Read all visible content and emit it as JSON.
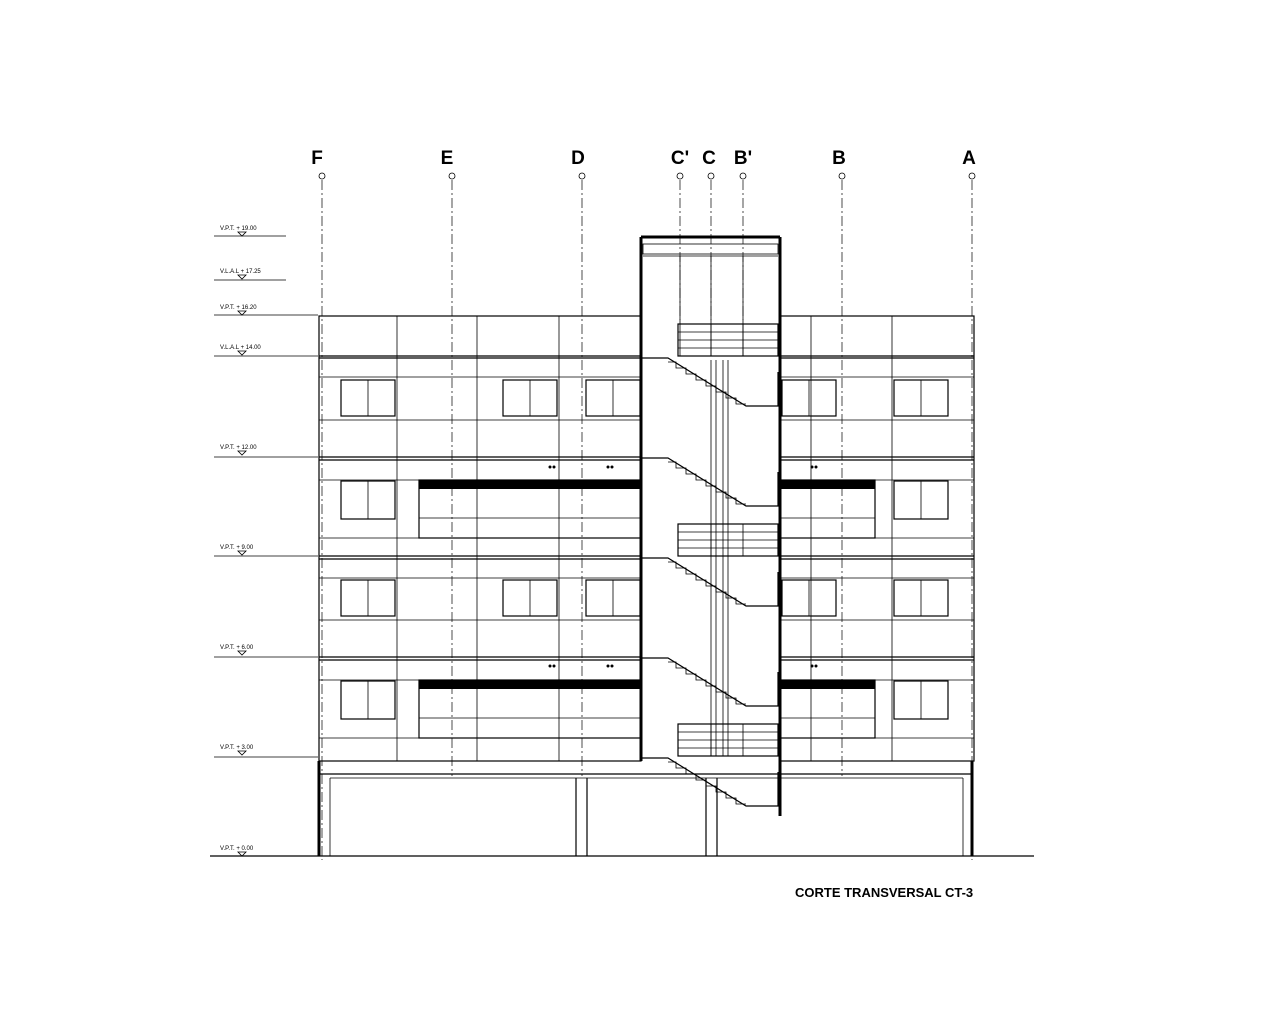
{
  "drawing": {
    "title": "CORTE TRANSVERSAL CT-3",
    "axes": [
      {
        "label": "F",
        "pos": 0
      },
      {
        "label": "E",
        "pos": 1
      },
      {
        "label": "D",
        "pos": 2
      },
      {
        "label": "C'",
        "pos": 3
      },
      {
        "label": "C",
        "pos": 4
      },
      {
        "label": "B'",
        "pos": 5
      },
      {
        "label": "B",
        "pos": 6
      },
      {
        "label": "A",
        "pos": 7
      }
    ],
    "levels": [
      {
        "label": "V.P.T. + 19.00",
        "id": "level-19"
      },
      {
        "label": "V.L.A.L + 17.25",
        "id": "level-1725"
      },
      {
        "label": "V.P.T. + 16.20",
        "id": "level-1620"
      },
      {
        "label": "V.L.A.L + 14.00",
        "id": "level-14"
      },
      {
        "label": "V.P.T. + 12.00",
        "id": "level-12"
      },
      {
        "label": "V.P.T. + 9.00",
        "id": "level-9"
      },
      {
        "label": "V.P.T. + 6.00",
        "id": "level-6"
      },
      {
        "label": "V.P.T. + 3.00",
        "id": "level-3"
      },
      {
        "label": "V.P.T. + 0.00",
        "id": "level-0"
      }
    ]
  }
}
